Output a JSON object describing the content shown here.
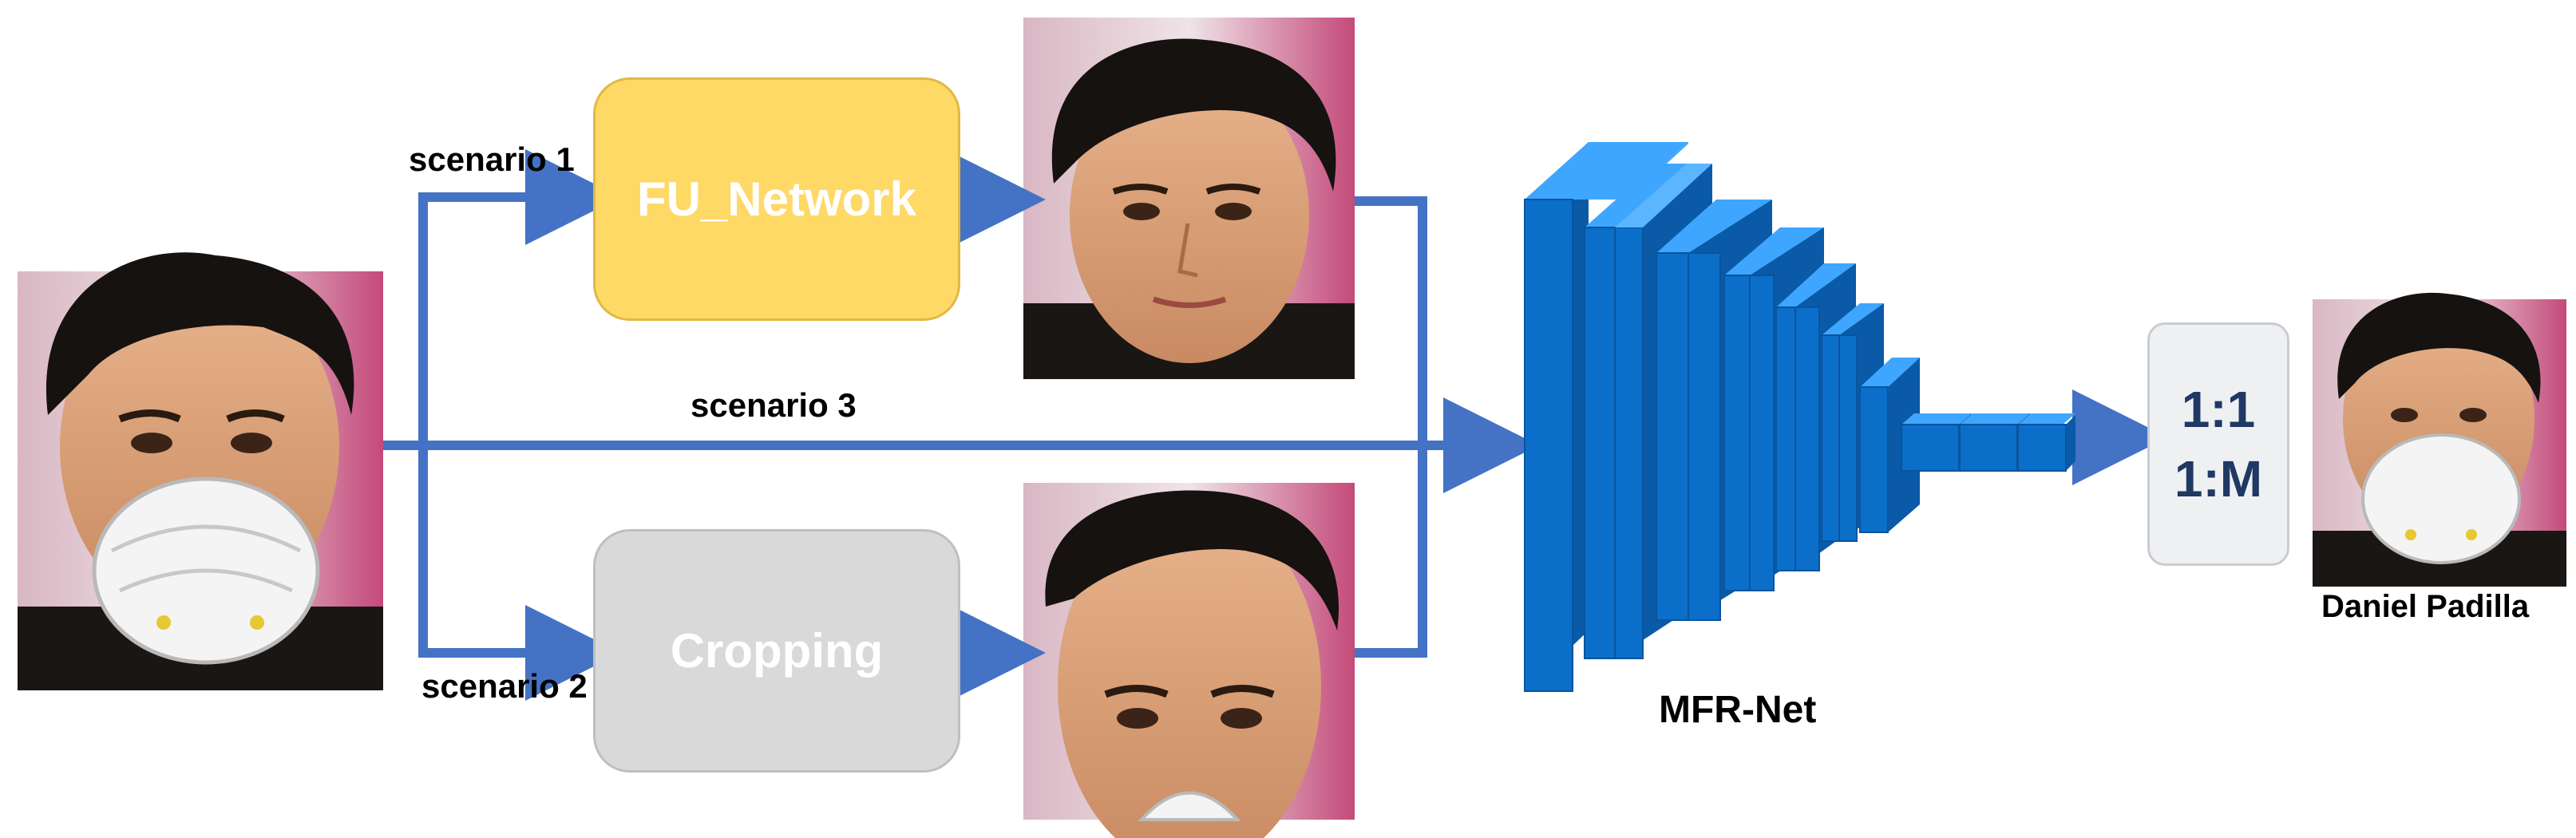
{
  "diagram": {
    "scenario_labels": {
      "s1": "scenario 1",
      "s2": "scenario 2",
      "s3": "scenario 3"
    },
    "boxes": {
      "fu_network": "FU_Network",
      "cropping": "Cropping"
    },
    "network_name": "MFR-Net",
    "similarity": {
      "line1": "1:1",
      "line2": "1:M"
    },
    "identity_label": "Daniel Padilla"
  },
  "colors": {
    "arrow": "#4472c4",
    "fu_box": "#ffd966",
    "fu_box_border": "#e0b845",
    "crop_box": "#d9d9d9",
    "crop_box_border": "#bfbfbf",
    "layer_front": "#0b6fc9",
    "layer_top": "#3ea6ff",
    "layer_side": "#0a5aa8",
    "similarity_box": "#eef0f2",
    "text_dark_blue": "#1f3864"
  },
  "icons": {
    "input": "masked-face-photo-icon",
    "unmasked": "unmasked-face-photo-icon",
    "cropped": "cropped-face-photo-icon",
    "output": "identified-face-photo-icon"
  }
}
